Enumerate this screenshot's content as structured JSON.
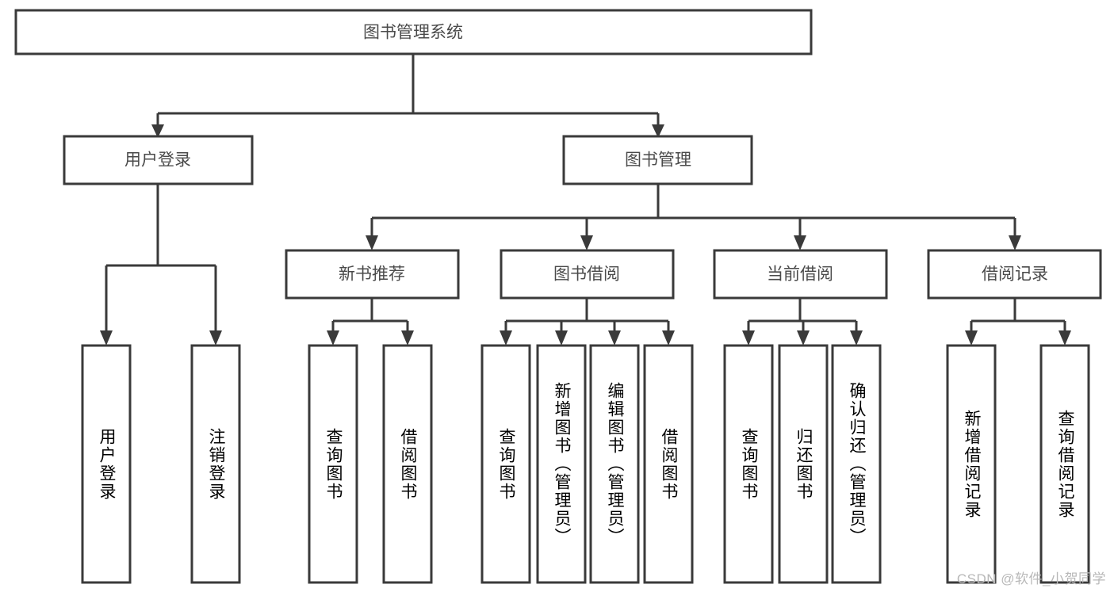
{
  "diagram": {
    "type": "tree-hierarchy",
    "title": "图书管理系统",
    "watermark": "CSDN @软件_小贺同学",
    "colors": {
      "stroke": "#3a3a3a",
      "fill": "#ffffff",
      "text": "#4a4a4a",
      "watermark": "#b8b8b8"
    },
    "root": {
      "label": "图书管理系统"
    },
    "level1": [
      {
        "label": "用户登录"
      },
      {
        "label": "图书管理"
      }
    ],
    "level2": [
      {
        "label": "新书推荐"
      },
      {
        "label": "图书借阅"
      },
      {
        "label": "当前借阅"
      },
      {
        "label": "借阅记录"
      }
    ],
    "leaves": {
      "user_login": [
        {
          "label": "用户登录"
        },
        {
          "label": "注销登录"
        }
      ],
      "new_book_recommend": [
        {
          "label": "查询图书"
        },
        {
          "label": "借阅图书"
        }
      ],
      "book_borrow": [
        {
          "label": "查询图书"
        },
        {
          "label": "新增图书（管理员）"
        },
        {
          "label": "编辑图书（管理员）"
        },
        {
          "label": "借阅图书"
        }
      ],
      "current_borrow": [
        {
          "label": "查询图书"
        },
        {
          "label": "归还图书"
        },
        {
          "label": "确认归还（管理员）"
        }
      ],
      "borrow_record": [
        {
          "label": "新增借阅记录"
        },
        {
          "label": "查询借阅记录"
        }
      ]
    }
  }
}
